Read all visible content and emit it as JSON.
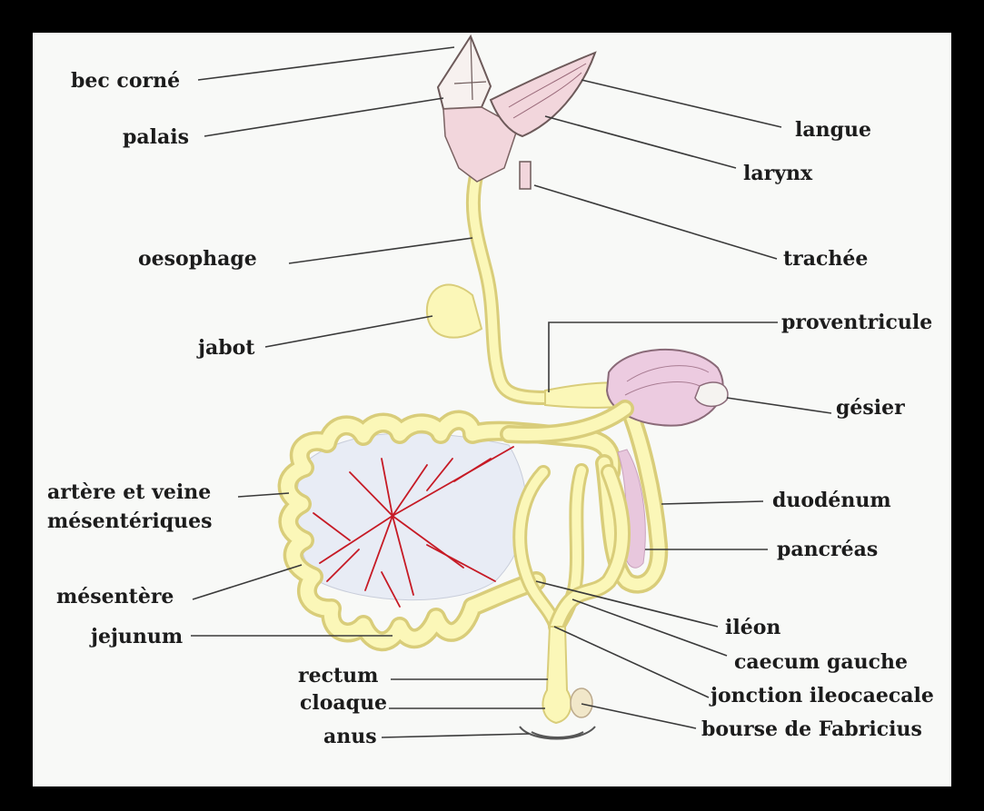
{
  "labels": {
    "bec_corne": "bec corné",
    "palais": "palais",
    "langue": "langue",
    "larynx": "larynx",
    "oesophage": "oesophage",
    "trachee": "trachée",
    "jabot": "jabot",
    "proventricule": "proventricule",
    "gesier": "gésier",
    "artere_line1": "artère et veine",
    "artere_line2": "mésentériques",
    "duodenum": "duodénum",
    "pancreas": "pancréas",
    "mesentere": "mésentère",
    "jejunum": "jejunum",
    "ileon": "iléon",
    "caecum_gauche": "caecum gauche",
    "rectum": "rectum",
    "jonction": "jonction ileocaecale",
    "cloaque": "cloaque",
    "bourse": "bourse de Fabricius",
    "anus": "anus"
  },
  "colors": {
    "intestine": "#fbf7b8",
    "intestine_outline": "#d9cd7a",
    "beak": "#f2d6dc",
    "gizzard": "#eccbe0",
    "pancreas": "#e8c7dd",
    "mesentery": "#e8ecf5",
    "vessels": "#c61a25",
    "text": "#1c1c1c"
  }
}
